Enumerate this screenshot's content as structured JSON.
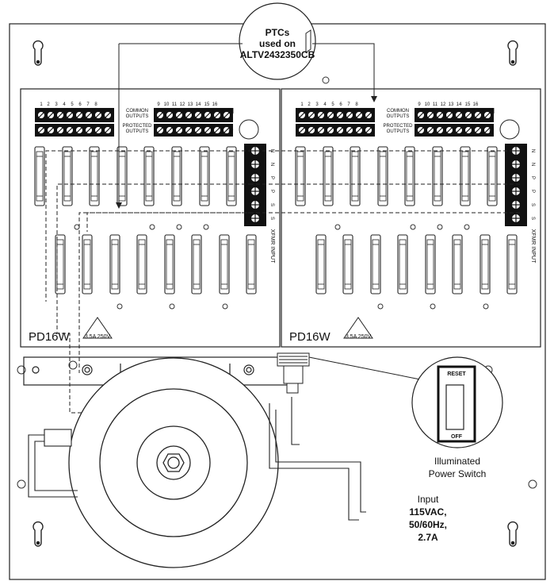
{
  "callout_ptc": {
    "line1": "PTCs",
    "line2": "used on",
    "line3": "ALTV2432350CB"
  },
  "boards": [
    {
      "model": "PD16W",
      "fuse_rating": "3.5A 250V",
      "terminal_numbers_left": [
        "1",
        "2",
        "3",
        "4",
        "5",
        "6",
        "7",
        "8"
      ],
      "terminal_numbers_right": [
        "9",
        "10",
        "11",
        "12",
        "13",
        "14",
        "15",
        "16"
      ],
      "common_outputs_line1": "COMMON",
      "common_outputs_line2": "OUTPUTS",
      "protected_outputs_line1": "PROTECTED",
      "protected_outputs_line2": "OUTPUTS",
      "n_label": "N",
      "p_label": "P",
      "input_terminal_labels": [
        "N",
        "N",
        "P",
        "P",
        "S",
        "S"
      ],
      "xfmr_input_label": "XFMR INPUT"
    },
    {
      "model": "PD16W",
      "fuse_rating": "3.5A 250V",
      "terminal_numbers_left": [
        "1",
        "2",
        "3",
        "4",
        "5",
        "6",
        "7",
        "8"
      ],
      "terminal_numbers_right": [
        "9",
        "10",
        "11",
        "12",
        "13",
        "14",
        "15",
        "16"
      ],
      "common_outputs_line1": "COMMON",
      "common_outputs_line2": "OUTPUTS",
      "protected_outputs_line1": "PROTECTED",
      "protected_outputs_line2": "OUTPUTS",
      "n_label": "N",
      "p_label": "P",
      "input_terminal_labels": [
        "N",
        "N",
        "P",
        "P",
        "S",
        "S"
      ],
      "xfmr_input_label": "XFMR INPUT"
    }
  ],
  "power_switch": {
    "reset_label": "RESET",
    "off_label": "OFF",
    "caption_line1": "Illuminated",
    "caption_line2": "Power Switch"
  },
  "input_spec": {
    "line1": "Input",
    "line2": "115VAC,",
    "line3": "50/60Hz,",
    "line4": "2.7A"
  }
}
